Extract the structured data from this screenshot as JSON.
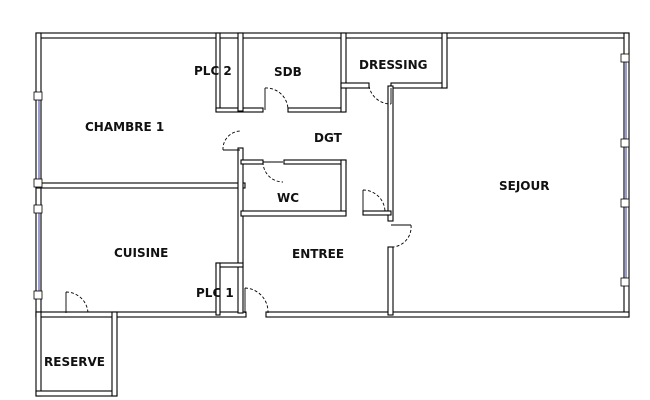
{
  "plan": {
    "rooms": {
      "chambre1": "CHAMBRE 1",
      "plc2": "PLC 2",
      "sdb": "SDB",
      "dressing": "DRESSING",
      "dgt": "DGT",
      "wc": "WC",
      "sejour": "SEJOUR",
      "cuisine": "CUISINE",
      "entree": "ENTREE",
      "plc1": "PLC 1",
      "reserve": "RESERVE"
    }
  }
}
